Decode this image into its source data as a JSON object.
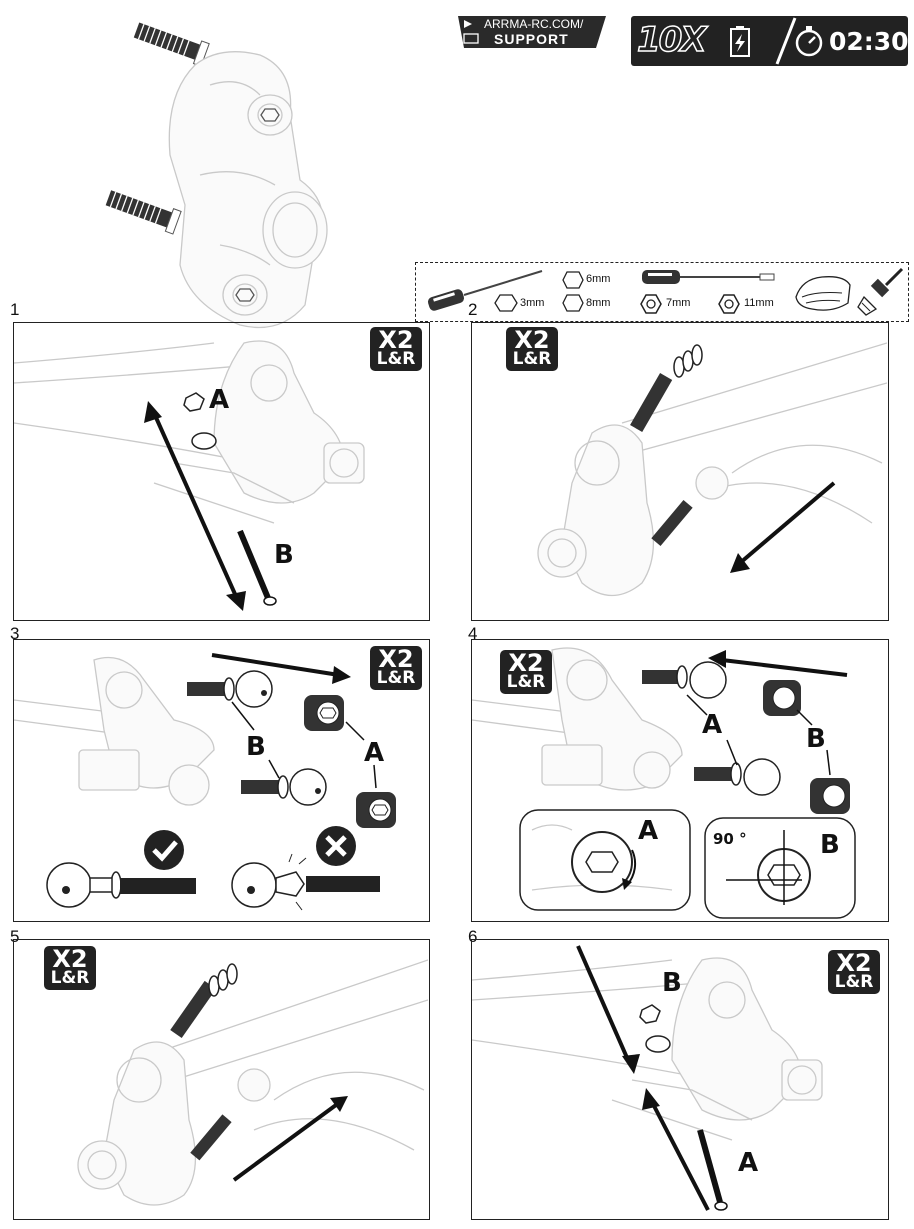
{
  "header": {
    "support_line1": "ARRMA-RC.COM/",
    "support_line2": "SUPPORT",
    "count": "10X",
    "time": "02:30"
  },
  "tools": [
    {
      "icon": "hex-driver-icon",
      "label": "3mm"
    },
    {
      "icon": "hex-icon",
      "label": "6mm"
    },
    {
      "icon": "hex-icon",
      "label": "8mm"
    },
    {
      "icon": "nut-driver-icon",
      "label": "7mm"
    },
    {
      "icon": "nut-icon",
      "label": "11mm"
    },
    {
      "icon": "rag-icon",
      "label": ""
    },
    {
      "icon": "brush-icon",
      "label": ""
    }
  ],
  "steps": [
    {
      "number": "1",
      "badge_top": "X2",
      "badge_bottom": "L&R",
      "letters": [
        "A",
        "B"
      ]
    },
    {
      "number": "2",
      "badge_top": "X2",
      "badge_bottom": "L&R"
    },
    {
      "number": "3",
      "badge_top": "X2",
      "badge_bottom": "L&R",
      "letters": [
        "B",
        "A"
      ]
    },
    {
      "number": "4",
      "badge_top": "X2",
      "badge_bottom": "L&R",
      "letters": [
        "A",
        "B",
        "A",
        "B"
      ],
      "angle": "90 °"
    },
    {
      "number": "5",
      "badge_top": "X2",
      "badge_bottom": "L&R"
    },
    {
      "number": "6",
      "badge_top": "X2",
      "badge_bottom": "L&R",
      "letters": [
        "B",
        "A"
      ]
    }
  ]
}
